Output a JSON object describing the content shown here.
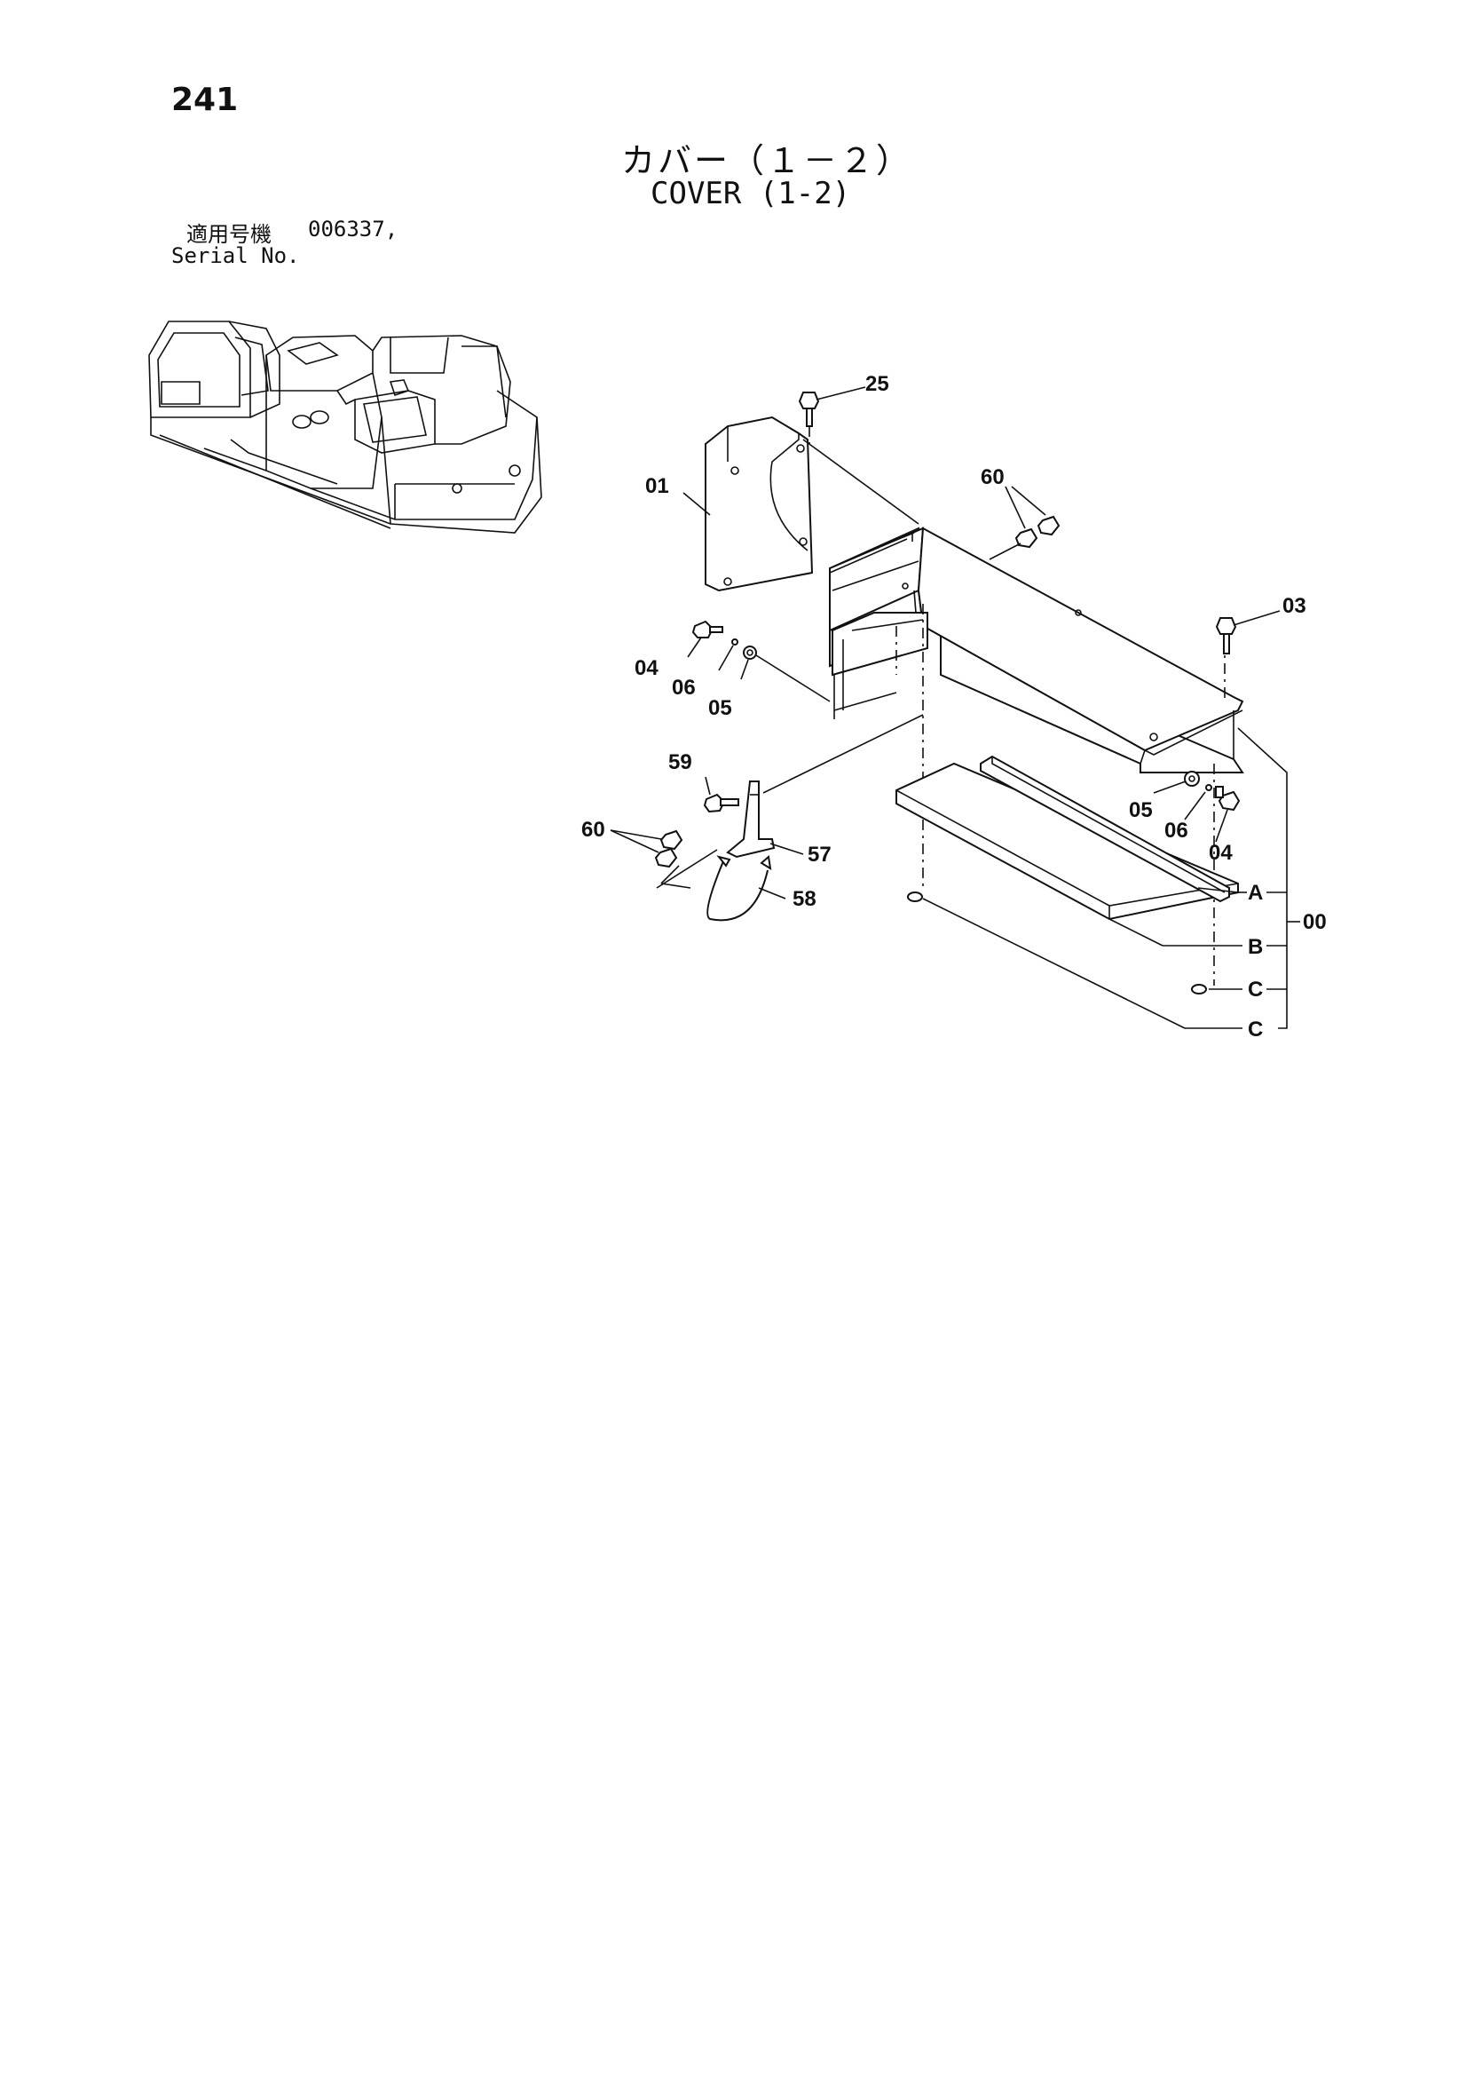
{
  "header": {
    "page_number": "241",
    "title_jp": "カバー（１－２）",
    "title_en": "COVER (1-2)",
    "serial_label_jp": "適用号機",
    "serial_label_en": "Serial No.",
    "serial_value": "006337,"
  },
  "callouts": {
    "c25": "25",
    "c01": "01",
    "c60_top": "60",
    "c03": "03",
    "c04_left": "04",
    "c06_left": "06",
    "c05_left": "05",
    "c59": "59",
    "c60_left": "60",
    "c57": "57",
    "c58": "58",
    "c05_right": "05",
    "c06_right": "06",
    "c04_right": "04",
    "cA": "A",
    "cB": "B",
    "cC1": "C",
    "cC2": "C",
    "c00": "00"
  }
}
